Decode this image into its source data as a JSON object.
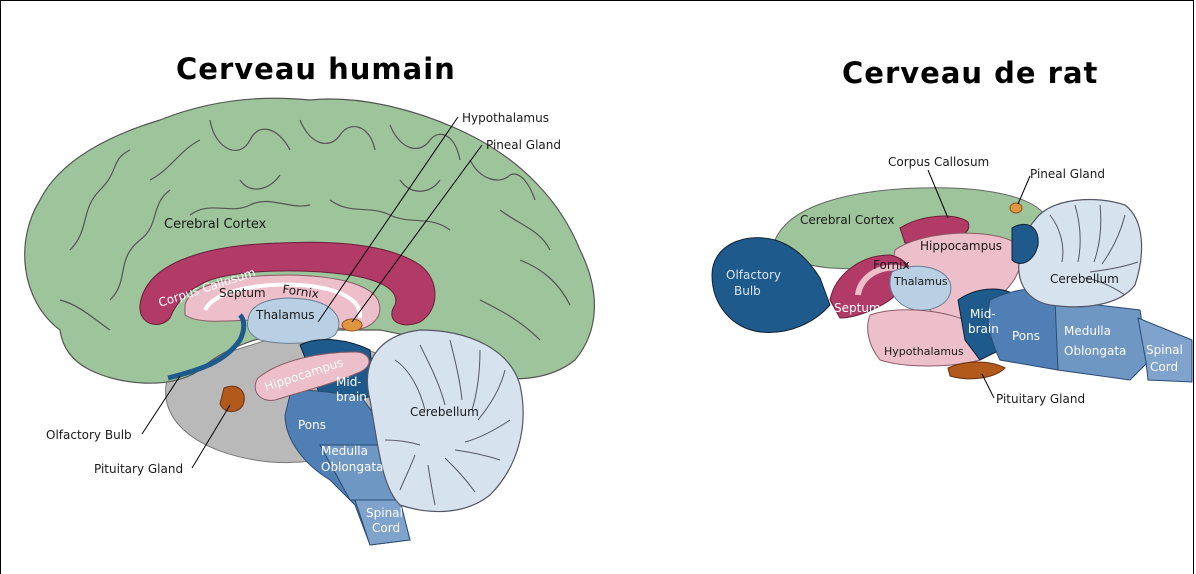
{
  "human": {
    "title": "Cerveau humain",
    "labels": {
      "hypothalamus": "Hypothalamus",
      "pineal_gland": "Pineal Gland",
      "cerebral_cortex": "Cerebral Cortex",
      "corpus_callosum": "Corpus Callosum",
      "septum": "Septum",
      "fornix": "Fornix",
      "thalamus": "Thalamus",
      "hippocampus": "Hippocampus",
      "midbrain_1": "Mid-",
      "midbrain_2": "brain",
      "pons": "Pons",
      "medulla_1": "Medulla",
      "medulla_2": "Oblongata",
      "cerebellum": "Cerebellum",
      "spinal_1": "Spinal",
      "spinal_2": "Cord",
      "olfactory_bulb": "Olfactory Bulb",
      "pituitary_gland": "Pituitary Gland"
    }
  },
  "rat": {
    "title": "Cerveau de rat",
    "labels": {
      "corpus_callosum": "Corpus Callosum",
      "pineal_gland": "Pineal Gland",
      "cerebral_cortex": "Cerebral Cortex",
      "hippocampus": "Hippocampus",
      "olfactory_1": "Olfactory",
      "olfactory_2": "Bulb",
      "fornix": "Fornix",
      "thalamus": "Thalamus",
      "cerebellum": "Cerebellum",
      "septum": "Septum",
      "midbrain_1": "Mid-",
      "midbrain_2": "brain",
      "pons": "Pons",
      "medulla_1": "Medulla",
      "medulla_2": "Oblongata",
      "spinal_1": "Spinal",
      "spinal_2": "Cord",
      "hypothalamus": "Hypothalamus",
      "pituitary_gland": "Pituitary Gland"
    }
  },
  "colors": {
    "cortex": "#9dc49a",
    "corpus_callosum": "#b23a66",
    "limbic_pink": "#ecbfca",
    "thalamus": "#b9cfe3",
    "brainstem": "#4f7fb4",
    "dark_blue": "#1f5a8c",
    "cerebellum": "#d6e2ee",
    "pituitary": "#b25a1c",
    "pineal": "#e0963f",
    "gray": "#b9b9b9"
  }
}
